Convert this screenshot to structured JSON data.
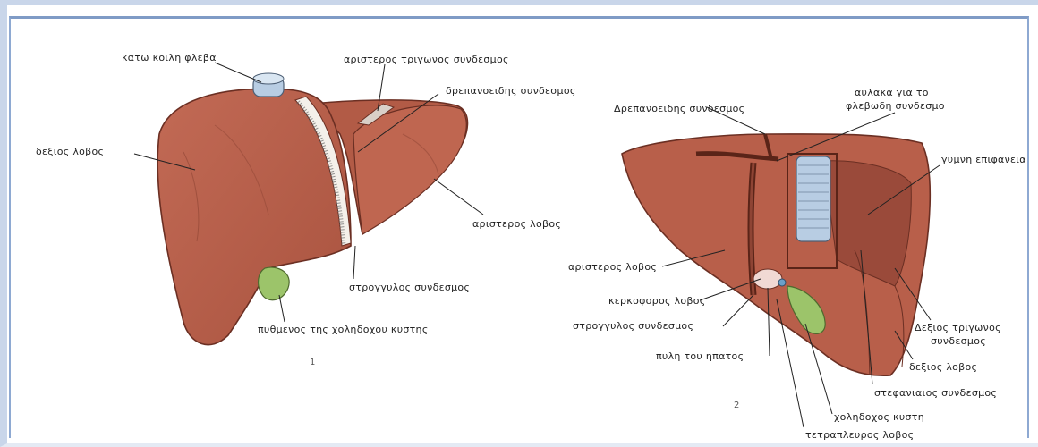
{
  "figure1": {
    "labels": {
      "ivc": "κατω κοιλη φλεβα",
      "left_triangular": "αριστερος τριγωνος συνδεσμος",
      "falciform": "δρεπανοειδης συνδεσμος",
      "right_lobe": "δεξιος λοβος",
      "left_lobe": "αριστερος λοβος",
      "round_lig": "στρογγυλος συνδεσμος",
      "gb_fundus": "πυθμενος της χοληδοχου κυστης"
    },
    "number": "1"
  },
  "figure2": {
    "labels": {
      "groove": "αυλακα για το",
      "groove2": "φλεβωδη συνδεσμο",
      "falciform": "Δρεπανοειδης συνδεσμος",
      "bare_area": "γυμνη επιφανεια",
      "left_lobe": "αριστερος λοβος",
      "caudate": "κερκοφορος λοβος",
      "round_lig": "στρογγυλος συνδεσμος",
      "porta": "πυλη του ηπατος",
      "right_triangular": "Δεξιος τριγωνος",
      "right_triangular2": "συνδεσμος",
      "right_lobe": "δεξιος λοβος",
      "coronary": "στεφανιαιος συνδεσμος",
      "gallbladder": "χοληδοχος κυστη",
      "quadrate": "τετραπλευρος λοβος"
    },
    "number": "2"
  },
  "colors": {
    "liver": "#b85f4a",
    "liver_dark": "#8e4434",
    "gallbladder": "#9cc46a",
    "vessel": "#b8cde3"
  }
}
